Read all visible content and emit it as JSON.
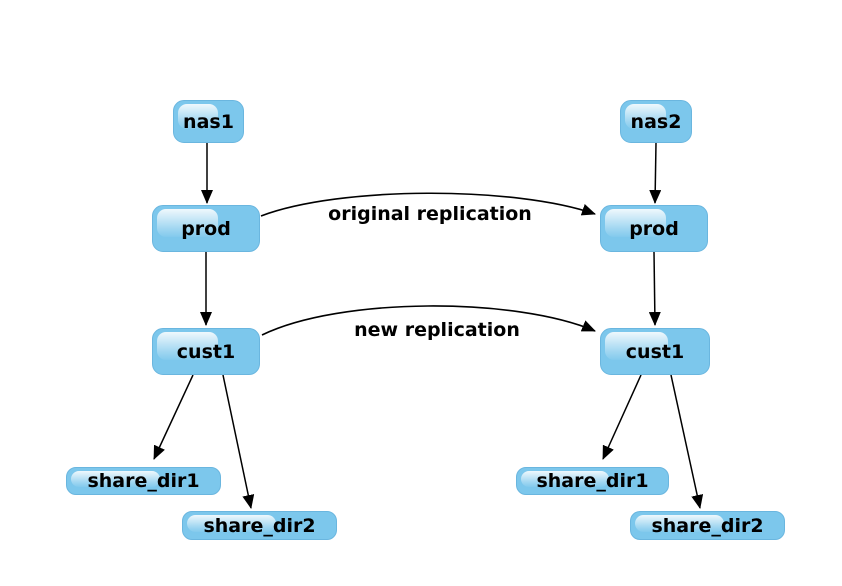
{
  "diagram": {
    "background_color": "#ffffff",
    "node_fill_color": "#7cc7ec",
    "node_highlight_color": "#dff0fa",
    "node_text_color": "#000000",
    "edge_color": "#000000",
    "left_tree": {
      "nodes": [
        {
          "id": "nas1",
          "label": "nas1"
        },
        {
          "id": "prod",
          "label": "prod"
        },
        {
          "id": "cust1",
          "label": "cust1"
        },
        {
          "id": "share_dir1",
          "label": "share_dir1"
        },
        {
          "id": "share_dir2",
          "label": "share_dir2"
        }
      ]
    },
    "right_tree": {
      "nodes": [
        {
          "id": "nas2",
          "label": "nas2"
        },
        {
          "id": "prod",
          "label": "prod"
        },
        {
          "id": "cust1",
          "label": "cust1"
        },
        {
          "id": "share_dir1",
          "label": "share_dir1"
        },
        {
          "id": "share_dir2",
          "label": "share_dir2"
        }
      ]
    },
    "cross_edges": [
      {
        "from": "prod (left)",
        "to": "prod (right)",
        "label": "original replication"
      },
      {
        "from": "cust1 (left)",
        "to": "cust1 (right)",
        "label": "new replication"
      }
    ]
  }
}
